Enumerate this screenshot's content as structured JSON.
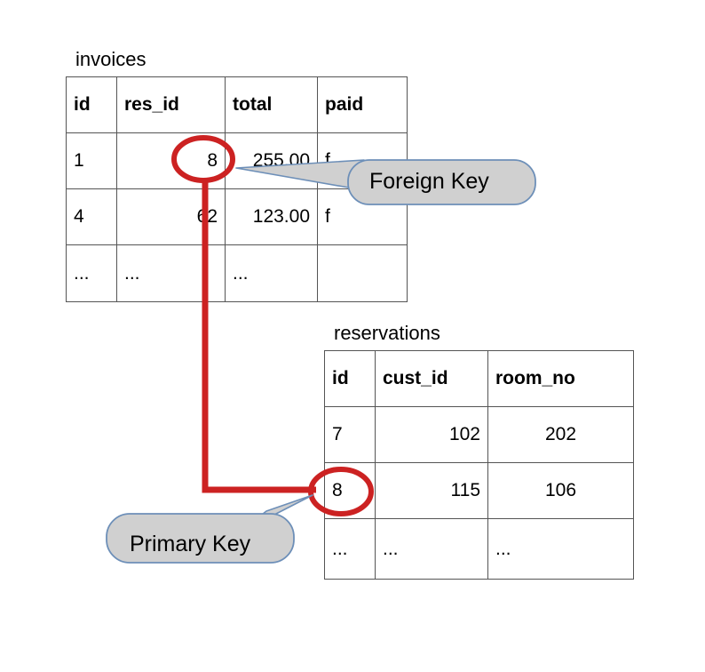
{
  "diagram": {
    "title_fk": "Foreign Key",
    "title_pk": "Primary Key",
    "colors": {
      "highlight_red": "#cc2222",
      "callout_fill": "#d0d0d0",
      "callout_stroke": "#6d8fb8",
      "table_border": "#555555",
      "text": "#000000"
    }
  },
  "tables": [
    {
      "id": "invoices",
      "name": "invoices",
      "columns": [
        {
          "key": "id",
          "label": "id",
          "align": "left"
        },
        {
          "key": "res_id",
          "label": "res_id",
          "align": "right"
        },
        {
          "key": "total",
          "label": "total",
          "align": "right"
        },
        {
          "key": "paid",
          "label": "paid",
          "align": "left"
        }
      ],
      "rows": [
        {
          "id": "1",
          "res_id": "8",
          "total": "255.00",
          "paid": "f"
        },
        {
          "id": "4",
          "res_id": "62",
          "total": "123.00",
          "paid": "f"
        },
        {
          "id": "...",
          "res_id": "...",
          "total": "...",
          "paid": ""
        }
      ]
    },
    {
      "id": "reservations",
      "name": "reservations",
      "columns": [
        {
          "key": "id",
          "label": "id",
          "align": "left"
        },
        {
          "key": "cust_id",
          "label": "cust_id",
          "align": "right"
        },
        {
          "key": "room_no",
          "label": "room_no",
          "align": "center"
        }
      ],
      "rows": [
        {
          "id": "7",
          "cust_id": "102",
          "room_no": "202"
        },
        {
          "id": "8",
          "cust_id": "115",
          "room_no": "106"
        },
        {
          "id": "...",
          "cust_id": "...",
          "room_no": "..."
        }
      ]
    }
  ],
  "annotations": {
    "foreign_key": {
      "label": "Foreign Key",
      "points_to_table": "invoices",
      "points_to_column": "res_id",
      "points_to_value": "8"
    },
    "primary_key": {
      "label": "Primary Key",
      "points_to_table": "reservations",
      "points_to_column": "id",
      "points_to_value": "8"
    },
    "relationship": {
      "from_table": "invoices",
      "from_column": "res_id",
      "from_value": "8",
      "to_table": "reservations",
      "to_column": "id",
      "to_value": "8"
    }
  }
}
